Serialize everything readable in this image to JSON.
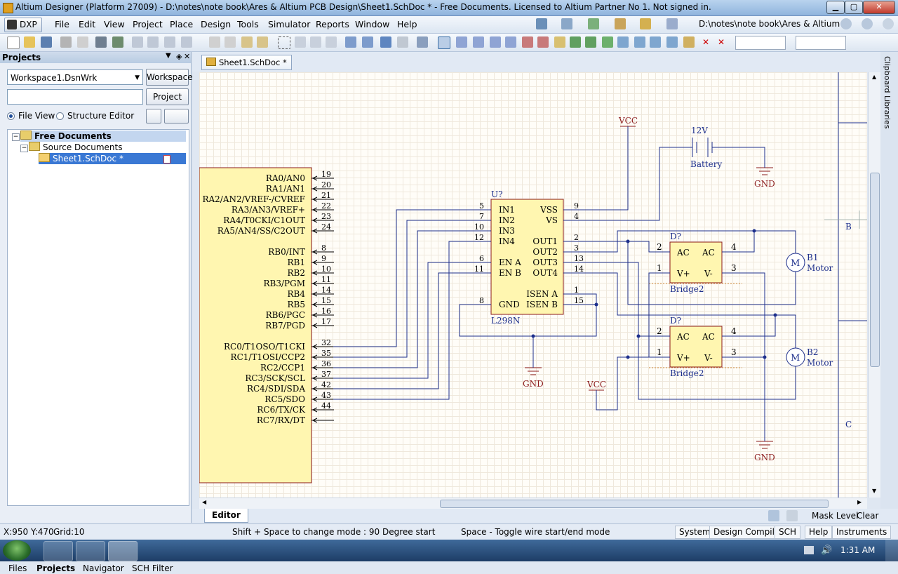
{
  "window": {
    "title": "Altium Designer (Platform 27009) - D:\\notes\\note book\\Ares & Altium PCB Design\\Sheet1.SchDoc * - Free Documents. Licensed to Altium Partner No 1. Not signed in."
  },
  "menubar": {
    "dxp": "DXP",
    "items": [
      "File",
      "Edit",
      "View",
      "Project",
      "Place",
      "Design",
      "Tools",
      "Simulator",
      "Reports",
      "Window",
      "Help"
    ],
    "path": "D:\\notes\\note book\\Ares & Altium"
  },
  "projects_panel": {
    "title": "Projects",
    "workspace_value": "Workspace1.DsnWrk",
    "workspace_button": "Workspace",
    "project_button": "Project",
    "file_view": "File View",
    "structure_editor": "Structure Editor",
    "tree": {
      "root": "Free Documents",
      "folder": "Source Documents",
      "file": "Sheet1.SchDoc *"
    },
    "tabs": [
      "Files",
      "Projects",
      "Navigator",
      "SCH Filter"
    ]
  },
  "document": {
    "tab_label": "Sheet1.SchDoc *",
    "editor_tab": "Editor",
    "right_tabs": [
      "Clipboard",
      "Libraries"
    ],
    "mask_level": "Mask Level",
    "clear": "Clear"
  },
  "schematic": {
    "mcu_pins_left": [
      {
        "name": "RA0/AN0",
        "num": "19"
      },
      {
        "name": "RA1/AN1",
        "num": "20"
      },
      {
        "name": "RA2/AN2/VREF-/CVREF",
        "num": "21"
      },
      {
        "name": "RA3/AN3/VREF+",
        "num": "22"
      },
      {
        "name": "RA4/T0CKI/C1OUT",
        "num": "23"
      },
      {
        "name": "RA5/AN4/SS/C2OUT",
        "num": "24"
      },
      {
        "name": "RB0/INT",
        "num": "8"
      },
      {
        "name": "RB1",
        "num": "9"
      },
      {
        "name": "RB2",
        "num": "10"
      },
      {
        "name": "RB3/PGM",
        "num": "11"
      },
      {
        "name": "RB4",
        "num": "14"
      },
      {
        "name": "RB5",
        "num": "15"
      },
      {
        "name": "RB6/PGC",
        "num": "16"
      },
      {
        "name": "RB7/PGD",
        "num": "17"
      },
      {
        "name": "RC0/T1OSO/T1CKI",
        "num": "32"
      },
      {
        "name": "RC1/T1OSI/CCP2",
        "num": "35"
      },
      {
        "name": "RC2/CCP1",
        "num": "36"
      },
      {
        "name": "RC3/SCK/SCL",
        "num": "37"
      },
      {
        "name": "RC4/SDI/SDA",
        "num": "42"
      },
      {
        "name": "RC5/SDO",
        "num": "43"
      },
      {
        "name": "RC6/TX/CK",
        "num": "44"
      },
      {
        "name": "RC7/RX/DT",
        "num": ""
      }
    ],
    "driver": {
      "designator": "U?",
      "name": "L298N",
      "left_pins": [
        {
          "name": "IN1",
          "num": "5"
        },
        {
          "name": "IN2",
          "num": "7"
        },
        {
          "name": "IN3",
          "num": "10"
        },
        {
          "name": "IN4",
          "num": "12"
        },
        {
          "name": "EN A",
          "num": "6"
        },
        {
          "name": "EN B",
          "num": "11"
        },
        {
          "name": "GND",
          "num": "8"
        }
      ],
      "right_pins": [
        {
          "name": "VSS",
          "num": "9"
        },
        {
          "name": "VS",
          "num": "4"
        },
        {
          "name": "OUT1",
          "num": "2"
        },
        {
          "name": "OUT2",
          "num": "3"
        },
        {
          "name": "OUT3",
          "num": "13"
        },
        {
          "name": "OUT4",
          "num": "14"
        },
        {
          "name": "ISEN A",
          "num": "1"
        },
        {
          "name": "ISEN B",
          "num": "15"
        }
      ]
    },
    "bridge1": {
      "designator": "D?",
      "name": "Bridge2",
      "ac1": "AC",
      "ac2": "AC",
      "vp": "V+",
      "vm": "V-",
      "p2": "2",
      "p4": "4",
      "p1": "1",
      "p3": "3"
    },
    "bridge2": {
      "designator": "D?",
      "name": "Bridge2",
      "ac1": "AC",
      "ac2": "AC",
      "vp": "V+",
      "vm": "V-",
      "p2": "2",
      "p4": "4",
      "p1": "1",
      "p3": "3"
    },
    "motor1": {
      "symbol": "M",
      "designator": "B1",
      "name": "Motor"
    },
    "motor2": {
      "symbol": "M",
      "designator": "B2",
      "name": "Motor"
    },
    "battery": {
      "value": "12V",
      "name": "Battery"
    },
    "power": {
      "vcc1": "VCC",
      "vcc2": "VCC",
      "gnd1": "GND",
      "gnd2": "GND",
      "gnd3": "GND"
    },
    "zones": {
      "b": "B",
      "c": "C"
    }
  },
  "statusbar": {
    "coords": "X:950 Y:470",
    "grid": "Grid:10",
    "hint1": "Shift + Space to change mode : 90 Degree start",
    "hint2": "Space - Toggle wire start/end mode",
    "buttons": [
      "System",
      "Design Compiler",
      "SCH",
      "Help",
      "Instruments"
    ]
  },
  "taskbar": {
    "time": "1:31 AM"
  },
  "colors": {
    "schematic_blue": "#1d2f8c",
    "schematic_red": "#8b1a1a",
    "component_fill": "#fff6b0",
    "sheet_bg": "#fffdf8"
  }
}
